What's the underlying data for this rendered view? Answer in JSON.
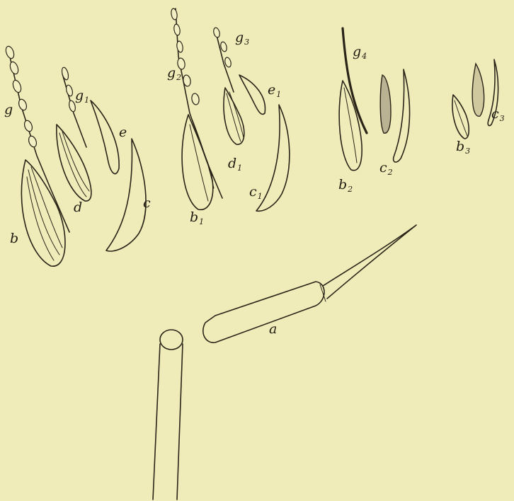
{
  "labels": {
    "g": {
      "main": "g",
      "sub": ""
    },
    "g1": {
      "main": "g",
      "sub": "1"
    },
    "g2": {
      "main": "g",
      "sub": "2"
    },
    "g3": {
      "main": "g",
      "sub": "3"
    },
    "g4": {
      "main": "g",
      "sub": "4"
    },
    "b": {
      "main": "b",
      "sub": ""
    },
    "b1": {
      "main": "b",
      "sub": "1"
    },
    "b2": {
      "main": "b",
      "sub": "2"
    },
    "b3": {
      "main": "b",
      "sub": "3"
    },
    "c": {
      "main": "c",
      "sub": ""
    },
    "c1": {
      "main": "c",
      "sub": "1"
    },
    "c2": {
      "main": "c",
      "sub": "2"
    },
    "c3": {
      "main": "c",
      "sub": "3"
    },
    "d": {
      "main": "d",
      "sub": ""
    },
    "d1": {
      "main": "d",
      "sub": "1"
    },
    "e": {
      "main": "e",
      "sub": ""
    },
    "e1": {
      "main": "e",
      "sub": "1"
    },
    "a": {
      "main": "a",
      "sub": ""
    }
  },
  "colors": {
    "paper": "#efecb9",
    "ink": "#2a2418"
  }
}
